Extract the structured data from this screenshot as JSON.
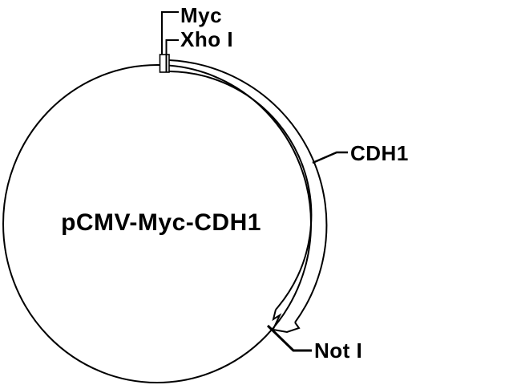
{
  "colors": {
    "ink": "#000000",
    "background": "#ffffff"
  },
  "plasmid": {
    "name": "pCMV-Myc-CDH1",
    "sites": {
      "myc_tag": "Myc",
      "xho1": "Xho I",
      "insert": "CDH1",
      "not1": "Not I"
    }
  }
}
